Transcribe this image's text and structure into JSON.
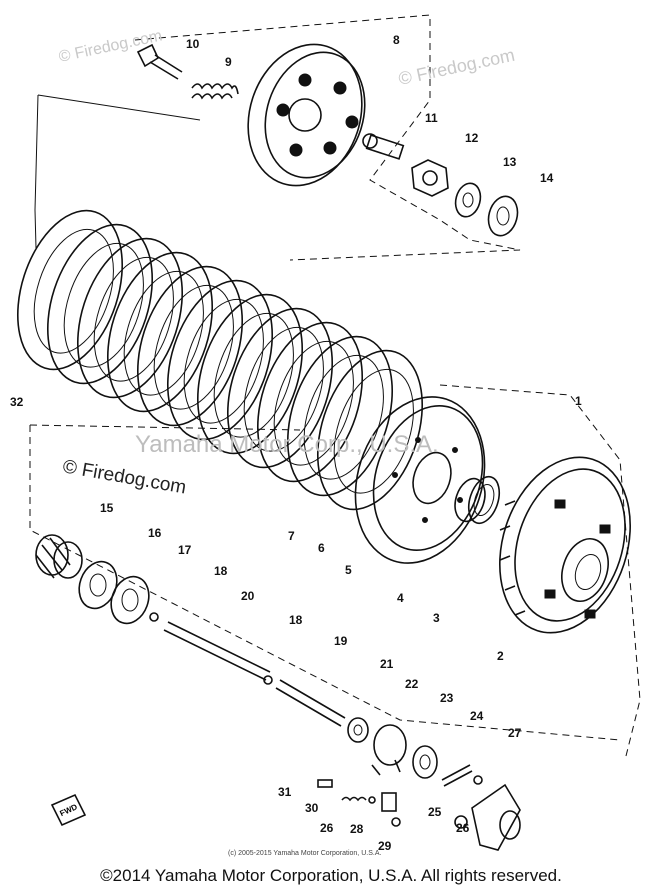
{
  "watermarks": {
    "site_top": "© Firedog.com",
    "site_mid": "© Firedog.com",
    "center": "Yamaha Motor Corp., U.S.A.",
    "small_copyright": "(c) 2005-2015 Yamaha Motor Corporation, U.S.A."
  },
  "footer": {
    "copyright": "©2014 Yamaha Motor Corporation, U.S.A. All rights reserved."
  },
  "fwd_label": "FWD",
  "callouts": [
    "1",
    "2",
    "3",
    "4",
    "5",
    "6",
    "7",
    "8",
    "9",
    "10",
    "11",
    "12",
    "13",
    "14",
    "15",
    "16",
    "17",
    "18",
    "18",
    "19",
    "20",
    "21",
    "22",
    "23",
    "24",
    "25",
    "26",
    "26",
    "27",
    "28",
    "29",
    "30",
    "31",
    "32"
  ]
}
